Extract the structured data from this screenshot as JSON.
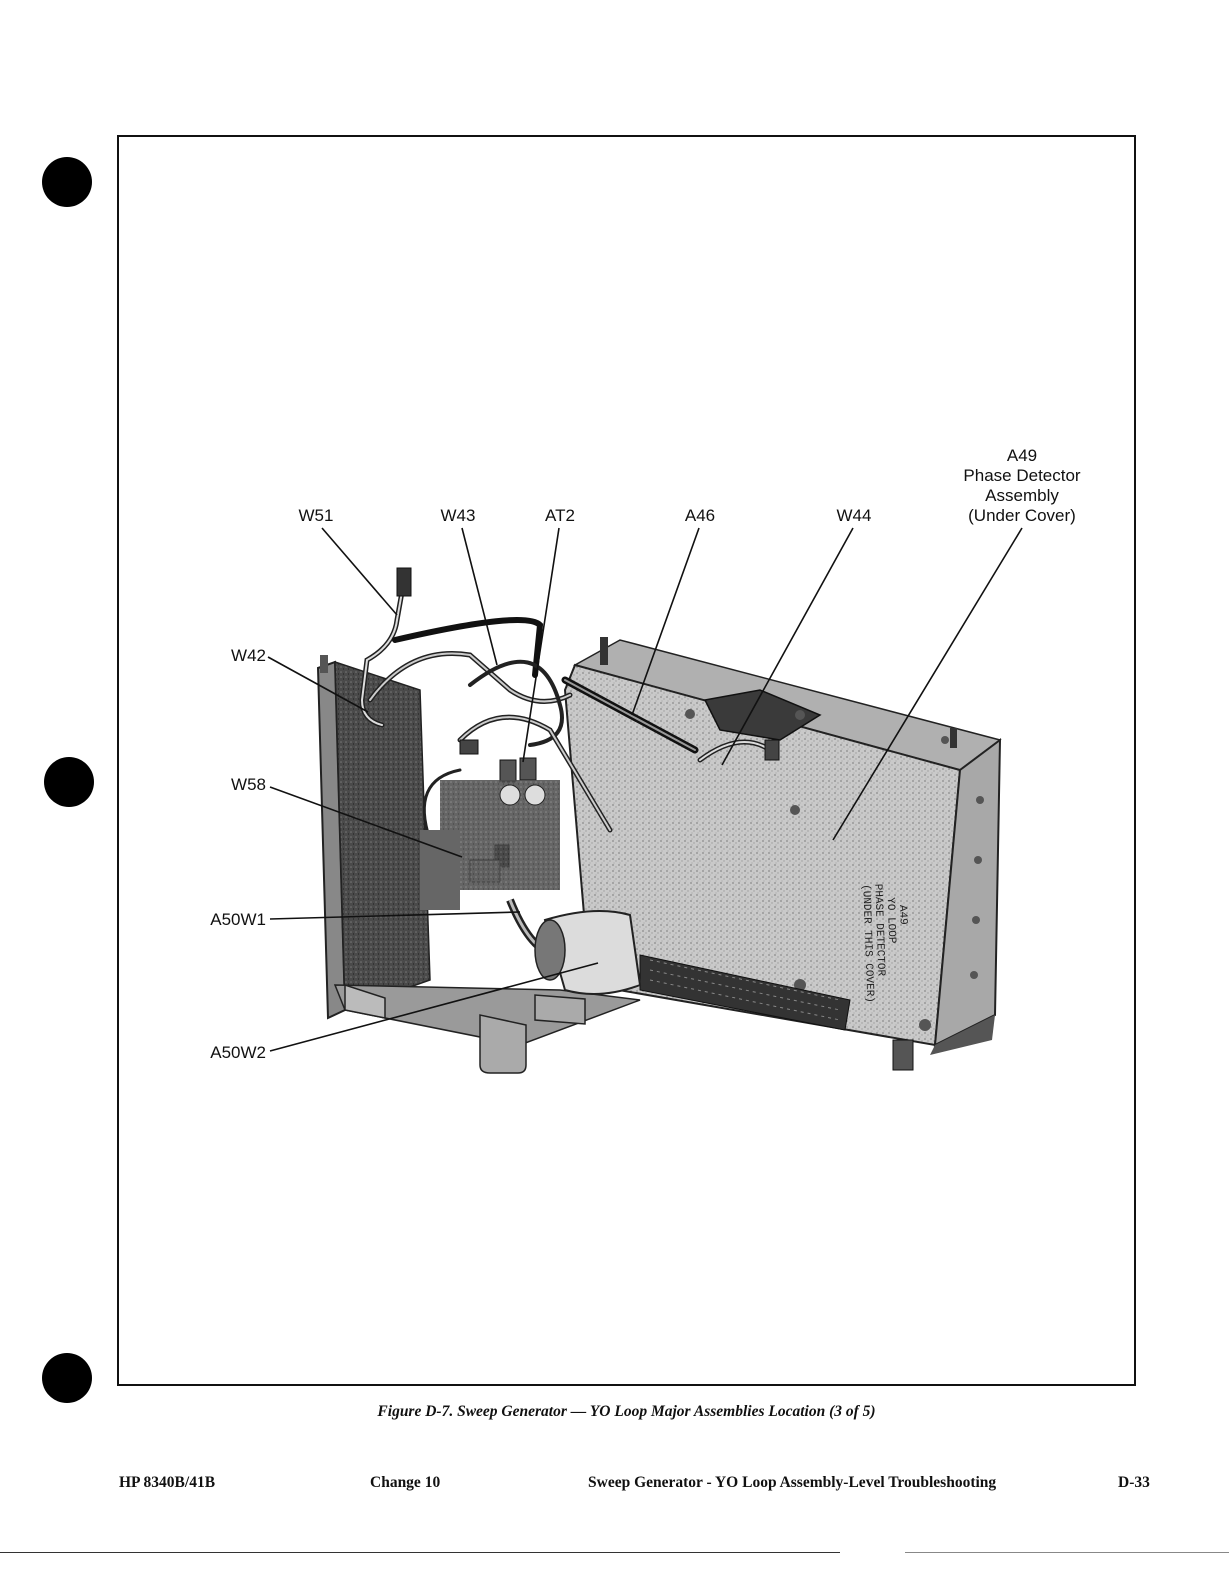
{
  "figure": {
    "callouts": {
      "w51": "W51",
      "w43": "W43",
      "at2": "AT2",
      "a46": "A46",
      "w44": "W44",
      "a49_line1": "A49",
      "a49_line2": "Phase Detector",
      "a49_line3": "Assembly",
      "a49_line4": "(Under Cover)",
      "w42": "W42",
      "w58": "W58",
      "a50w1": "A50W1",
      "a50w2": "A50W2"
    },
    "caption": "Figure D-7. Sweep Generator — YO Loop Major Assemblies Location (3 of 5)"
  },
  "footer": {
    "model": "HP 8340B/41B",
    "change": "Change 10",
    "section": "Sweep Generator - YO Loop Assembly-Level Troubleshooting",
    "page": "D-33"
  }
}
